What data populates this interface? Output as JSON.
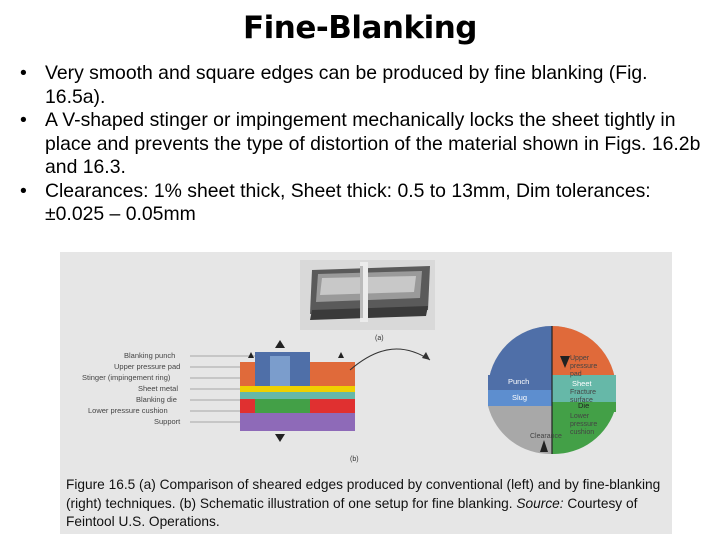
{
  "slide": {
    "title": "Fine-Blanking",
    "bullets": [
      "Very smooth and square edges can be produced by fine blanking (Fig. 16.5a).",
      "A V-shaped stinger or impingement mechanically locks the sheet tightly in place and prevents the type of distortion of the material shown in Figs. 16.2b and 16.3.",
      "Clearances: 1% sheet thick, Sheet thick: 0.5 to 13mm, Dim tolerances: ±0.025 – 0.05mm"
    ]
  },
  "figure": {
    "label_a": "(a)",
    "label_b": "(b)",
    "left_labels": [
      "Blanking punch",
      "Upper pressure pad",
      "Stinger (impingement ring)",
      "Sheet metal",
      "Blanking die",
      "Lower pressure cushion",
      "Support"
    ],
    "right_labels": {
      "upper_pad_1": "Upper",
      "upper_pad_2": "pressure",
      "upper_pad_3": "pad",
      "fracture_1": "Fracture",
      "fracture_2": "surface",
      "lower_1": "Lower",
      "lower_2": "pressure",
      "lower_3": "cushion",
      "clearance": "Clearance"
    },
    "circle_labels": {
      "punch": "Punch",
      "sheet": "Sheet",
      "slug": "Slug",
      "die": "Die"
    },
    "caption": {
      "main": "Figure 16.5  (a)  Comparison of sheared edges produced by conventional (left) and by fine-blanking (right) techniques.  (b)  Schematic illustration of one setup for fine blanking.  ",
      "source_label": "Source:",
      "source_text": "  Courtesy of Feintool U.S. Operations."
    },
    "colors": {
      "punch": "#4f6fa8",
      "upper_pad": "#e06a3a",
      "stinger": "#f0d000",
      "sheet": "#66b8a8",
      "die": "#e03030",
      "lower_cushion": "#43a047",
      "support": "#8e6ab8"
    }
  }
}
